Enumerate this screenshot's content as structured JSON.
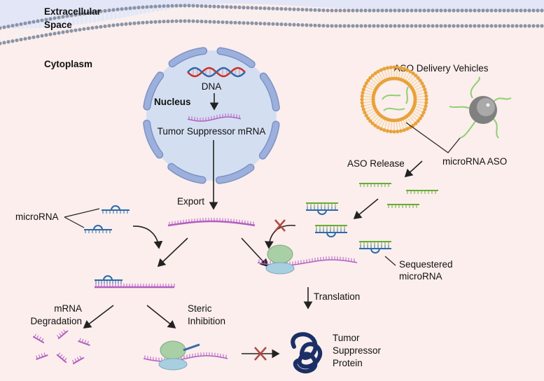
{
  "regions": {
    "extracellular_line1": "Extracellular",
    "extracellular_line2": "Space",
    "cytoplasm": "Cytoplasm",
    "nucleus": "Nucleus"
  },
  "labels": {
    "dna": "DNA",
    "tumor_suppressor_mrna": "Tumor Suppressor mRNA",
    "export": "Export",
    "microrna": "microRNA",
    "mrna_degradation_line1": "mRNA",
    "mrna_degradation_line2": "Degradation",
    "steric_inhibition_line1": "Steric",
    "steric_inhibition_line2": "Inhibition",
    "translation": "Translation",
    "protein_line1": "Tumor",
    "protein_line2": "Suppressor",
    "protein_line3": "Protein",
    "aso_delivery_vehicles": "ASO Delivery Vehicles",
    "microrna_aso": "microRNA ASO",
    "aso_release": "ASO Release",
    "sequestered_line1": "Sequestered",
    "sequestered_line2": "microRNA"
  },
  "colors": {
    "extracellular": "#e3e6f7",
    "cytoplasm": "#fbeeec",
    "membrane": "#8a94a6",
    "nucleus_fill": "#d3dff1",
    "nuclear_envelope": "#9db0dc",
    "mrna": "#b35ec4",
    "microrna": "#2f6aa8",
    "aso": "#6aaa3a",
    "liposome": "#e8a23a",
    "block_x": "#b04a44",
    "ribosome_large": "#a9cfa6",
    "ribosome_small": "#a7cfe0",
    "protein": "#1b2f66"
  }
}
